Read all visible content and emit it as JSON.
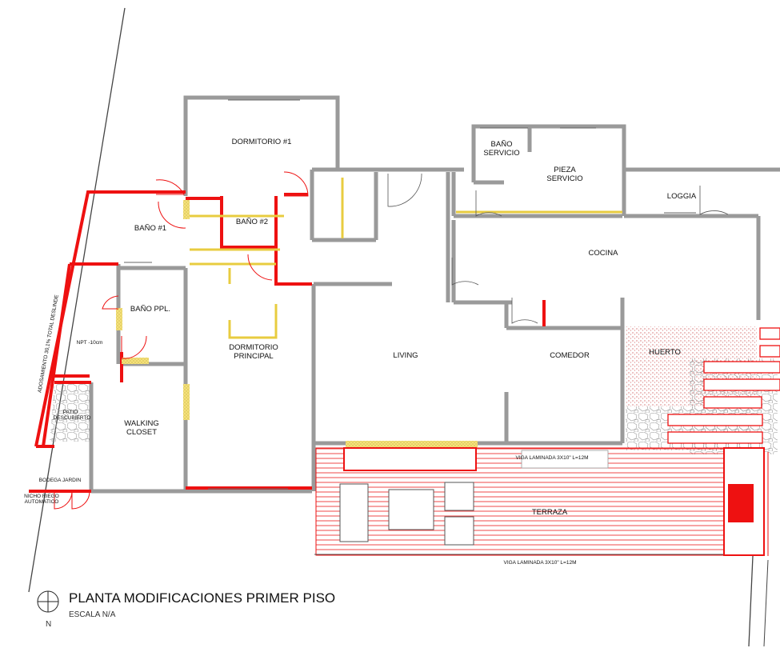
{
  "title": "PLANTA MODIFICACIONES PRIMER PISO",
  "scale": "ESCALA N/A",
  "north": "N",
  "rooms": {
    "dormitorio1": "DORMITORIO #1",
    "bano1": "BAÑO #1",
    "bano2": "BAÑO #2",
    "bano_ppl": "BAÑO PPL.",
    "dormitorio_principal_1": "DORMITORIO",
    "dormitorio_principal_2": "PRINCIPAL",
    "walking_1": "WALKING",
    "walking_2": "CLOSET",
    "living": "LIVING",
    "comedor": "COMEDOR",
    "cocina": "COCINA",
    "loggia": "LOGGIA",
    "bano_servicio_1": "BAÑO",
    "bano_servicio_2": "SERVICIO",
    "pieza_servicio_1": "PIEZA",
    "pieza_servicio_2": "SERVICIO",
    "huerto": "HUERTO",
    "terraza": "TERRAZA",
    "patio_1": "PATIO",
    "patio_2": "DESCUBIERTO",
    "bodega": "BODEGA JARDIN",
    "nicho_1": "NICHO RIEGO",
    "nicho_2": "AUTOMATICO"
  },
  "notes": {
    "npt": "NPT -10cm",
    "adosamiento": "ADOSAMIENTO 30,1% TOTAL DESLINDE",
    "viga_top": "VIGA LAMINADA 3X10\" L=12M",
    "viga_bottom": "VIGA LAMINADA 3X10\" L=12M"
  },
  "colors": {
    "wall": "#9a9a9a",
    "new_wall": "#ee1111",
    "yellow": "#e8cc40",
    "hatch": "#cc2222"
  }
}
